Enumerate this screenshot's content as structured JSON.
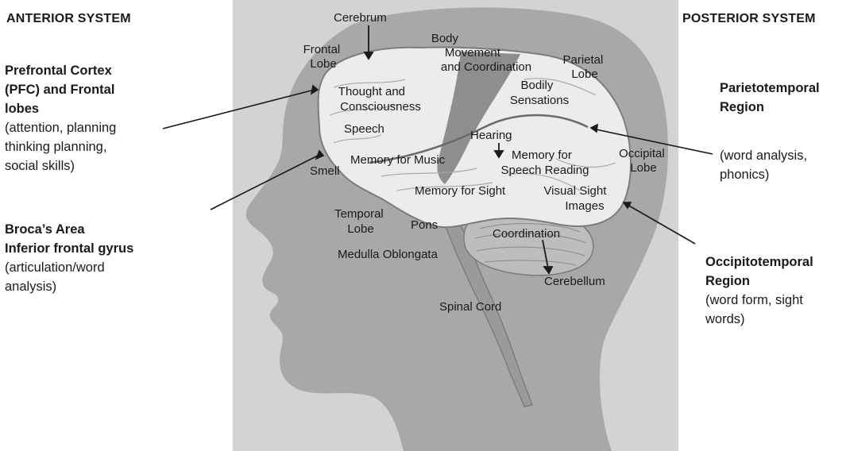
{
  "headings": {
    "anterior": "ANTERIOR SYSTEM",
    "posterior": "POSTERIOR  SYSTEM"
  },
  "annotations": {
    "pfc": {
      "title": [
        "Prefrontal Cortex",
        "(PFC) and Frontal",
        "lobes"
      ],
      "desc": [
        "(attention, planning",
        "thinking planning,",
        "social skills)"
      ]
    },
    "broca": {
      "title": [
        "Broca’s Area",
        "Inferior frontal gyrus"
      ],
      "desc": [
        "(articulation/word",
        "analysis)"
      ]
    },
    "parietotemporal": {
      "title": [
        "Parietotemporal",
        "Region"
      ],
      "desc": [
        "(word analysis,",
        "phonics)"
      ]
    },
    "occipitotemporal": {
      "title": [
        "Occipitotemporal",
        "Region"
      ],
      "desc": [
        "(word form, sight",
        "words)"
      ]
    }
  },
  "brain_labels": {
    "cerebrum": "Cerebrum",
    "frontal_lobe": [
      "Frontal",
      "Lobe"
    ],
    "body_movement": [
      "Body",
      "Movement",
      "and Coordination"
    ],
    "parietal_lobe": [
      "Parietal",
      "Lobe"
    ],
    "thought": [
      "Thought and",
      "Consciousness"
    ],
    "bodily_sensations": [
      "Bodily",
      "Sensations"
    ],
    "speech": "Speech",
    "hearing": "Hearing",
    "memory_speech": [
      "Memory for",
      "Speech Reading"
    ],
    "occipital_lobe": [
      "Occipital",
      "Lobe"
    ],
    "smell": "Smell",
    "memory_music": "Memory for Music",
    "memory_sight": "Memory for Sight",
    "visual_sight": [
      "Visual Sight",
      "Images"
    ],
    "temporal_lobe": [
      "Temporal",
      "Lobe"
    ],
    "pons": "Pons",
    "coordination": "Coordination",
    "medulla": "Medulla Oblongata",
    "cerebellum": "Cerebellum",
    "spinal_cord": "Spinal Cord"
  },
  "colors": {
    "panel": "#d3d3d3",
    "head": "#a8a8a8",
    "brain": "#ececec",
    "brain_dark": "#8e8e8e",
    "cerebellum": "#bdbdbd"
  }
}
